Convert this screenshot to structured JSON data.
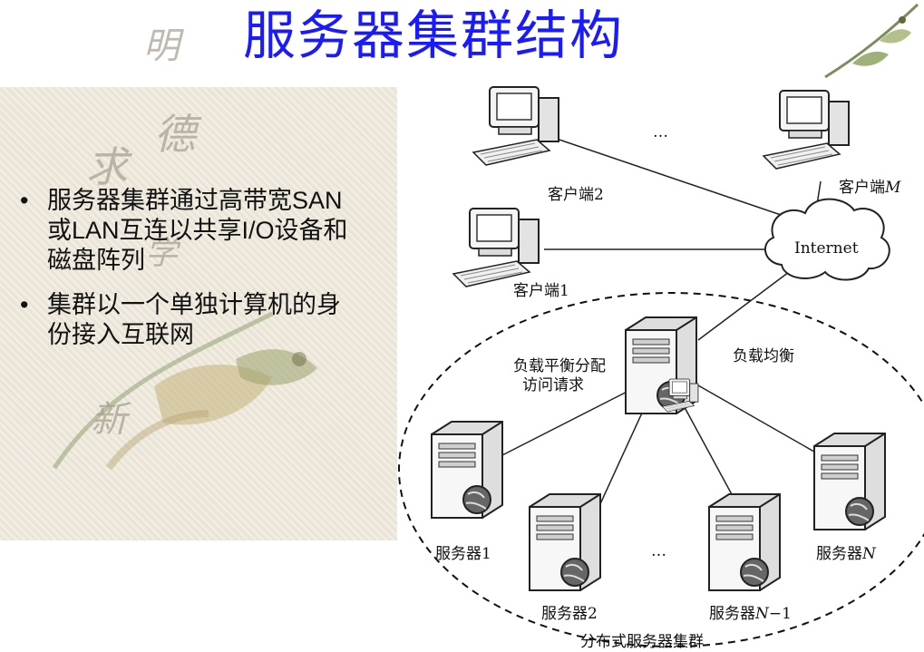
{
  "slide": {
    "title": "服务器集群结构",
    "bullets": [
      "服务器集群通过高带宽SAN或LAN互连以共享I/O设备和磁盘阵列",
      "集群以一个单独计算机的身份接入互联网"
    ],
    "bullet_marker": "•",
    "decor_chars": [
      "明",
      "德",
      "求",
      "学",
      "新"
    ]
  },
  "diagram": {
    "clients": [
      {
        "label": "客户端2"
      },
      {
        "label": "客户端1"
      },
      {
        "label_prefix": "客户端",
        "label_var": "M"
      }
    ],
    "client_ellipsis": "…",
    "internet": "Internet",
    "load_balancer": {
      "caption_line1": "负载平衡分配",
      "caption_line2": "访问请求",
      "label": "负载均衡"
    },
    "servers": [
      {
        "label": "服务器1"
      },
      {
        "label": "服务器2"
      },
      {
        "label_prefix": "服务器",
        "label_var": "N",
        "label_suffix": "−1"
      },
      {
        "label_prefix": "服务器",
        "label_var": "N"
      }
    ],
    "server_ellipsis": "…",
    "cluster_label": "分布式服务器集群"
  }
}
